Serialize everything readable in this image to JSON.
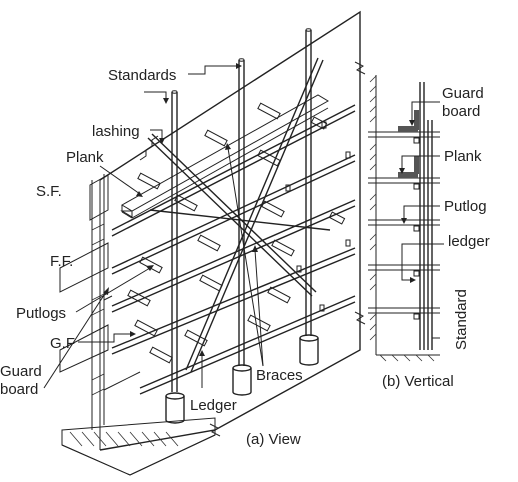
{
  "labels": {
    "standards": "Standards",
    "lashing": "lashing",
    "plank": "Plank",
    "sf": "S.F.",
    "ff": "F.F.",
    "putlogs": "Putlogs",
    "gf": "G.F",
    "guard_board_line1": "Guard",
    "guard_board_line2": "board",
    "ledger": "Ledger",
    "braces": "Braces"
  },
  "vertical_labels": {
    "guard_board_line1": "Guard",
    "guard_board_line2": "board",
    "plank": "Plank",
    "putlog": "Putlog",
    "ledger": "ledger",
    "standard": "Standard"
  },
  "captions": {
    "view": "(a) View",
    "vertical": "(b) Vertical"
  }
}
